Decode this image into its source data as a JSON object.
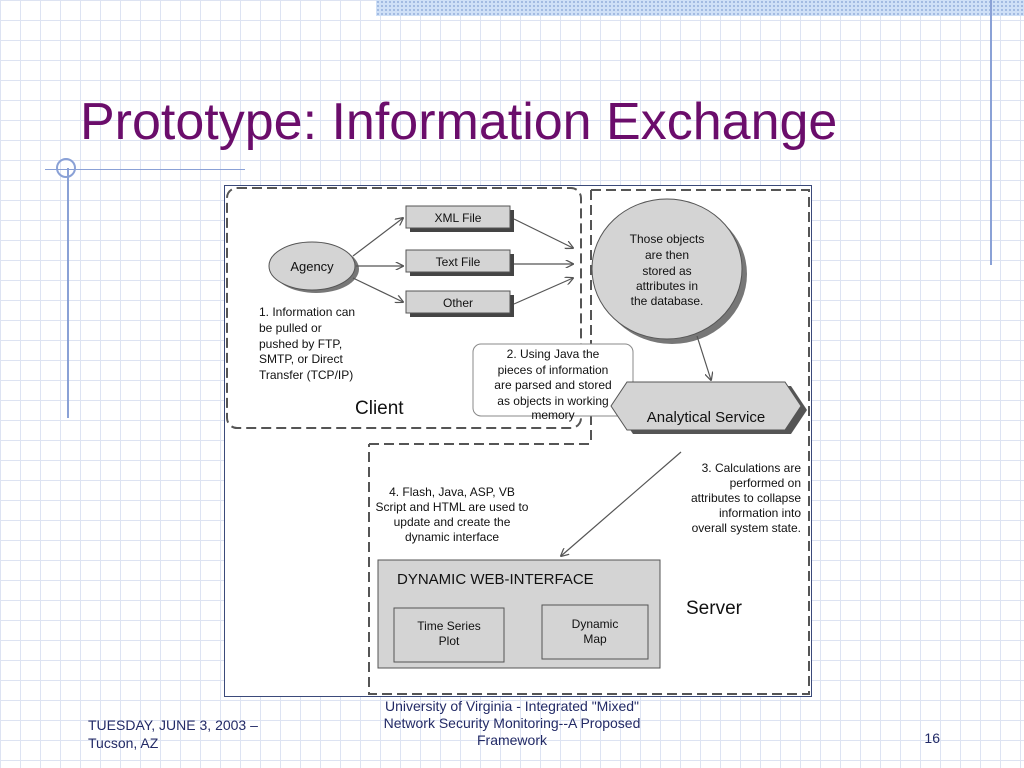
{
  "slide": {
    "title": "Prototype: Information Exchange",
    "footer_date_line1": "TUESDAY, JUNE 3, 2003 –",
    "footer_date_line2": "Tucson, AZ",
    "footer_center_line1": "University of Virginia - Integrated \"Mixed\"",
    "footer_center_line2": "Network Security Monitoring--A Proposed",
    "footer_center_line3": "Framework",
    "page_number": "16"
  },
  "diagram": {
    "agency": "Agency",
    "files": {
      "xml": "XML  File",
      "text": "Text  File",
      "other": "Other"
    },
    "step1": [
      "1.  Information  can",
      "be  pulled  or",
      "pushed  by  FTP,",
      "SMTP,  or  Direct",
      "Transfer  (TCP/IP)"
    ],
    "client_label": "Client",
    "step2": [
      "2.  Using  Java  the",
      "pieces  of  information",
      "are  parsed  and  stored",
      "as  objects  in  working",
      "memory"
    ],
    "database": [
      "Those  objects",
      "are  then",
      "stored  as",
      "attributes  in",
      "the  database."
    ],
    "analytical": "Analytical  Service",
    "step3": [
      "3.  Calculations  are",
      "performed  on",
      "attributes  to  collapse",
      "information  into",
      "overall  system  state."
    ],
    "step4": [
      "4.  Flash,  Java,  ASP,  VB",
      "Script  and  HTML  are  used  to",
      "update  and  create  the",
      "dynamic  interface"
    ],
    "web_interface": "DYNAMIC  WEB-INTERFACE",
    "time_series": [
      "Time  Series",
      "Plot"
    ],
    "dynamic_map": [
      "Dynamic",
      "Map"
    ],
    "server_label": "Server"
  }
}
